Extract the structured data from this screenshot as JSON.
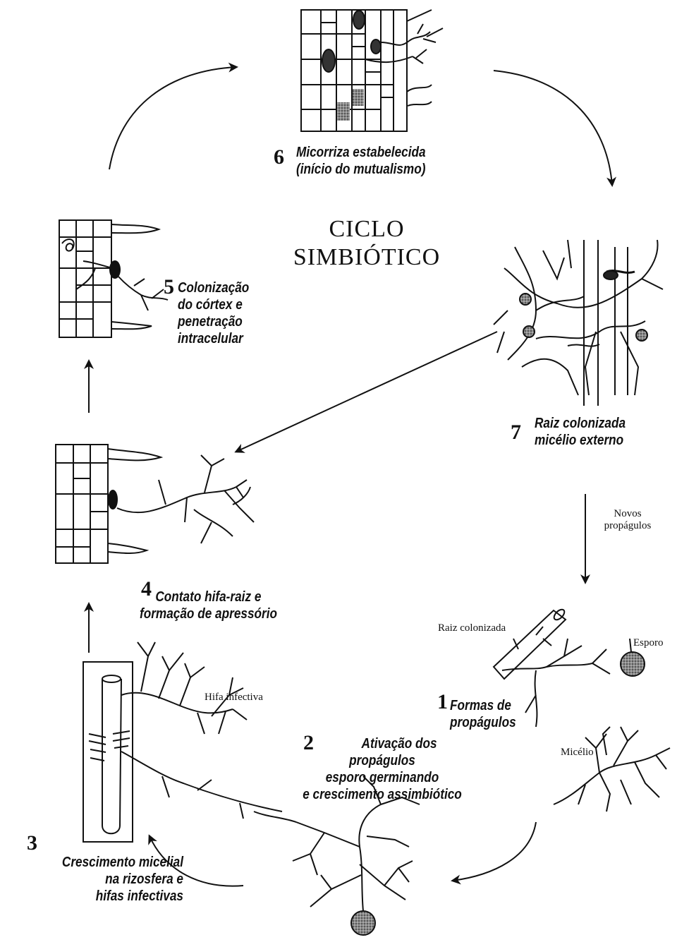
{
  "title": {
    "line1": "CICLO",
    "line2": "SIMBIÓTICO"
  },
  "stages": [
    {
      "number": "1",
      "lines": [
        "Formas de",
        "propágulos"
      ]
    },
    {
      "number": "2",
      "lines": [
        "Ativação dos",
        "propágulos",
        "esporo germinando",
        "e crescimento assimbiótico"
      ]
    },
    {
      "number": "3",
      "lines": [
        "Crescimento micelial",
        "na rizosfera e",
        "hifas infectivas"
      ]
    },
    {
      "number": "4",
      "lines": [
        "Contato hifa-raiz e",
        "formação de apressório"
      ]
    },
    {
      "number": "5",
      "lines": [
        "Colonização",
        "do córtex e",
        "penetração",
        "intracelular"
      ]
    },
    {
      "number": "6",
      "lines": [
        "Micorriza estabelecida",
        "(início do mutualismo)"
      ]
    },
    {
      "number": "7",
      "lines": [
        "Raiz colonizada",
        "micélio externo"
      ]
    }
  ],
  "annotations": {
    "new_propagules": [
      "Novos",
      "propágulos"
    ],
    "colonized_root": "Raiz colonizada",
    "spore": "Esporo",
    "mycelium": "Micélio",
    "infective_hypha": "Hifa infectiva"
  },
  "colors": {
    "ink": "#111111",
    "spore_fill": "#7a7a7a",
    "paper": "#ffffff"
  }
}
